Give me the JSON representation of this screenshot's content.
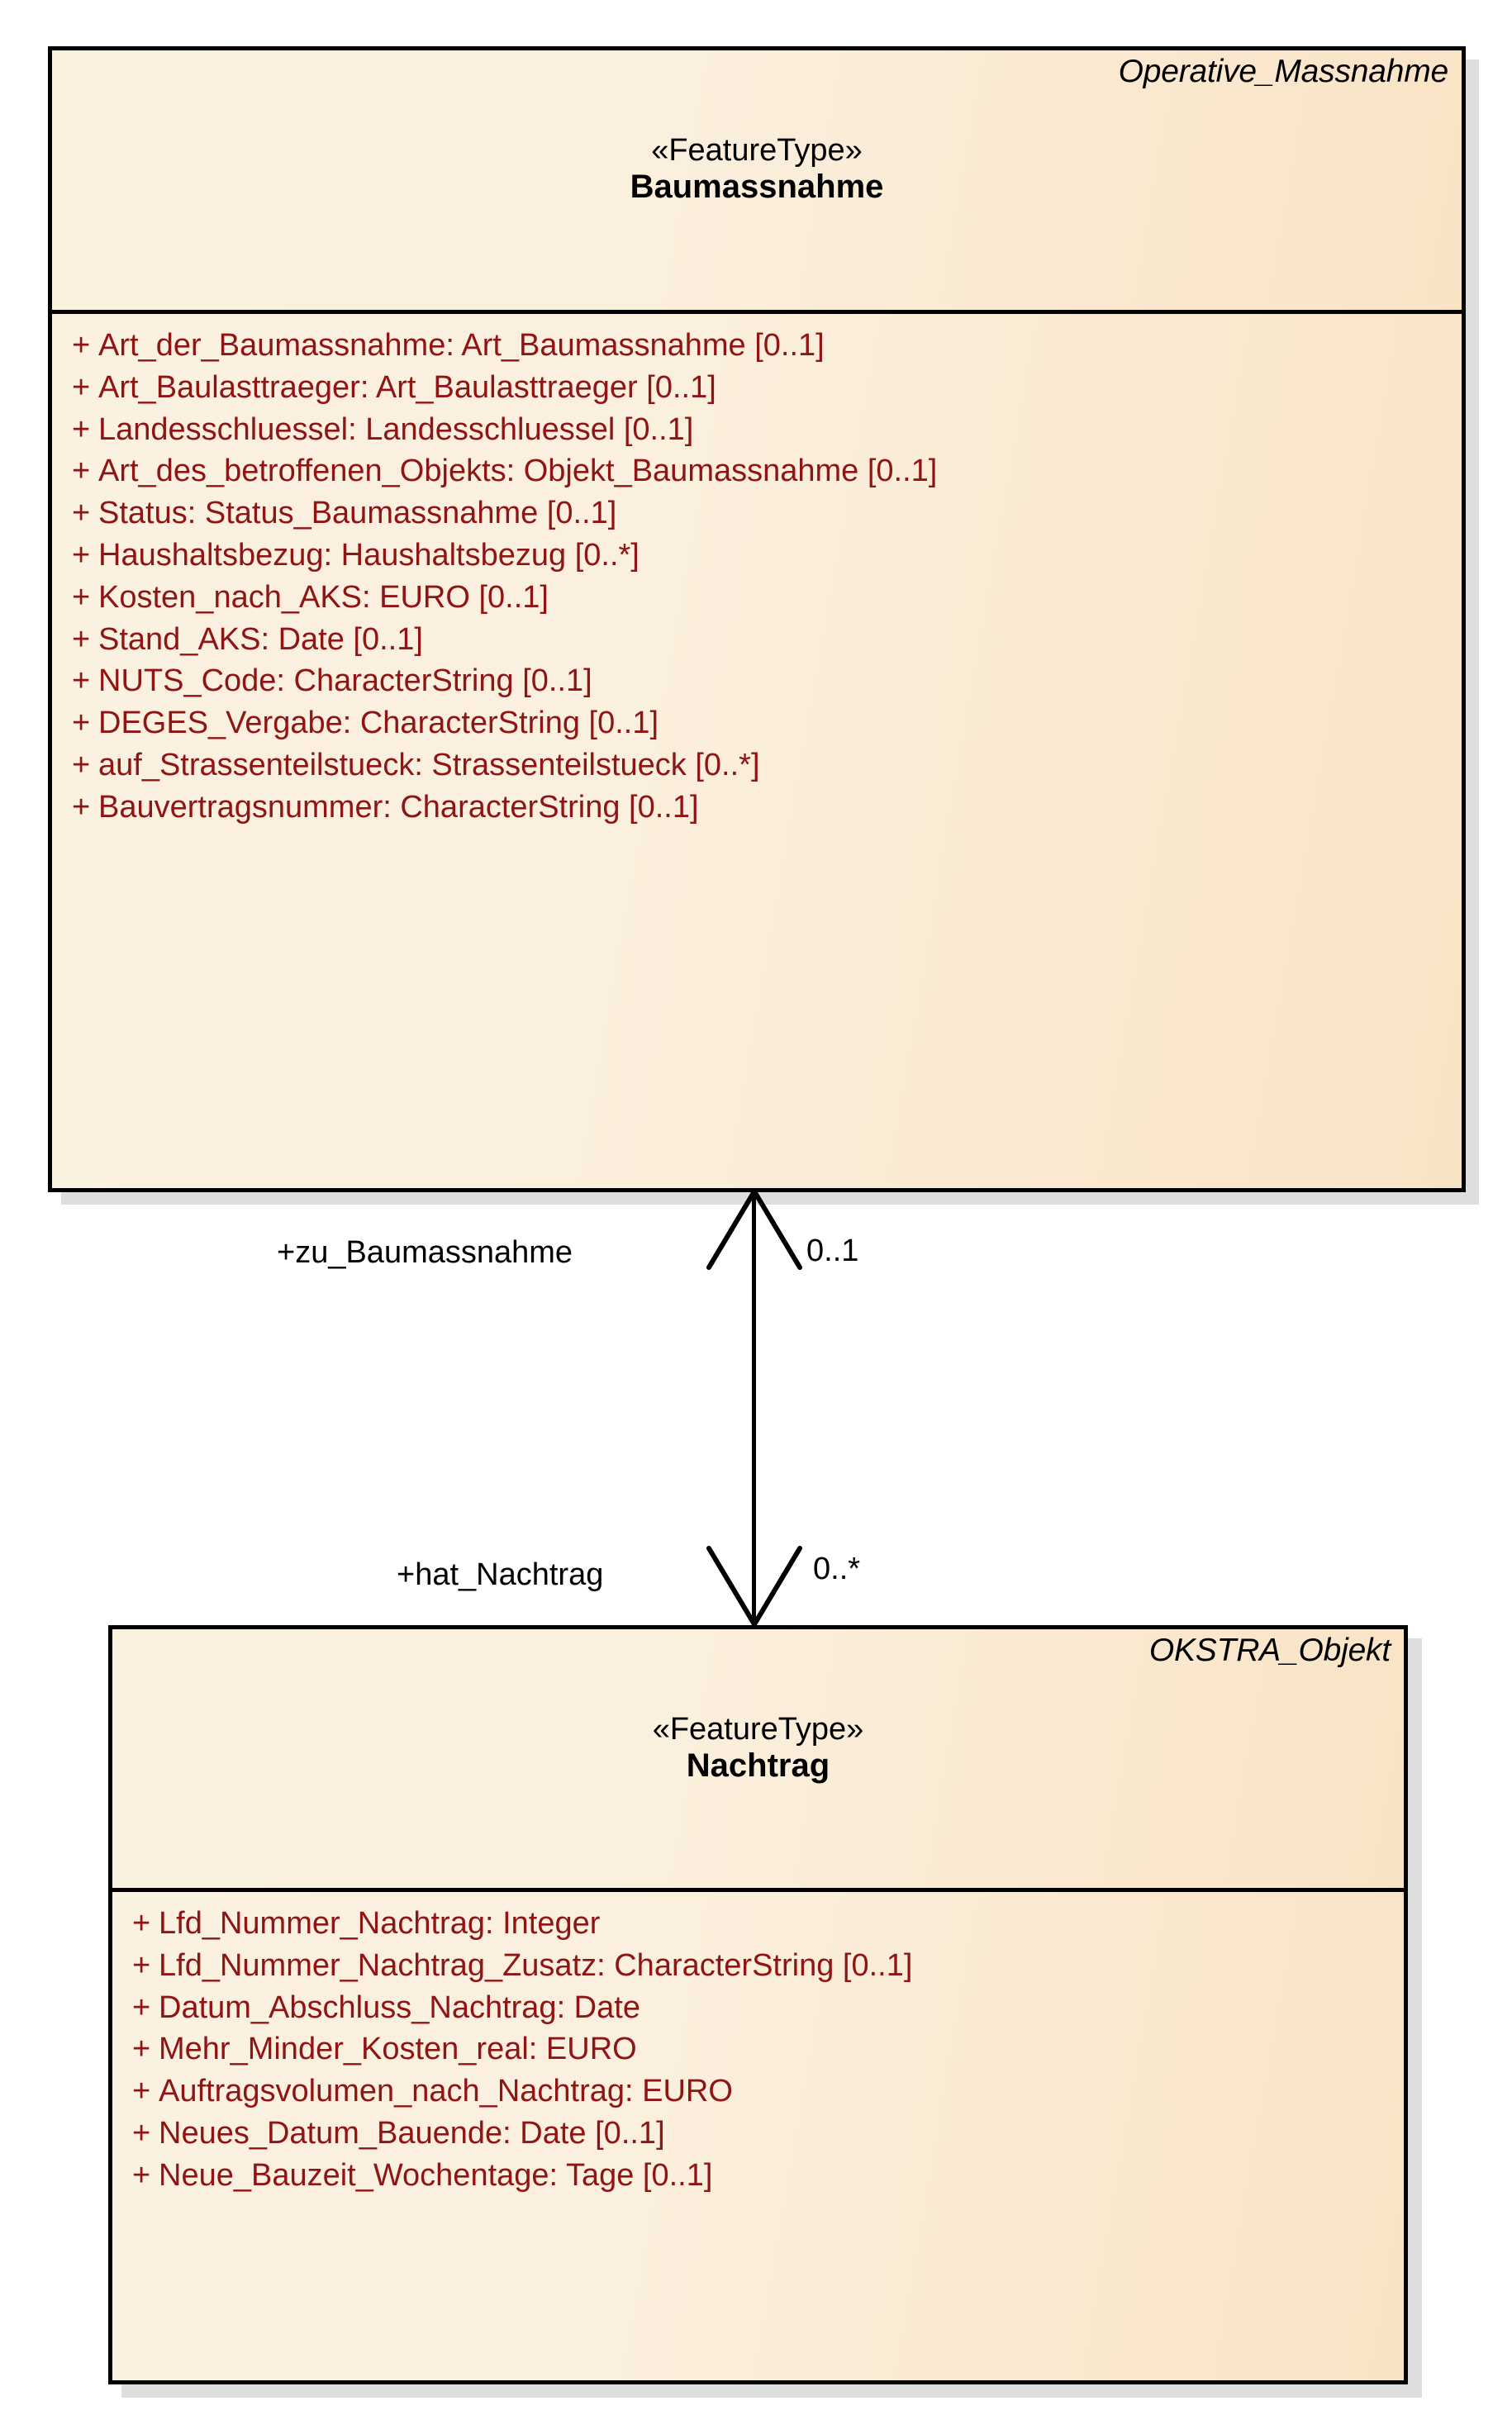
{
  "diagram": {
    "type": "uml-class-diagram",
    "background": "#ffffff",
    "box_fill_light": "#fbf1e1",
    "box_fill_dark": "#f9e3c5",
    "border_color": "#000000",
    "attribute_color": "#8f1414",
    "shadow_color": "#dedede"
  },
  "classes": [
    {
      "package": "Operative_Massnahme",
      "stereotype": "«FeatureType»",
      "name": "Baumassnahme",
      "attributes": [
        {
          "visibility": "+",
          "text": "Art_der_Baumassnahme: Art_Baumassnahme [0..1]"
        },
        {
          "visibility": "+",
          "text": "Art_Baulasttraeger: Art_Baulasttraeger [0..1]"
        },
        {
          "visibility": "+",
          "text": "Landesschluessel: Landesschluessel [0..1]"
        },
        {
          "visibility": "+",
          "text": "Art_des_betroffenen_Objekts: Objekt_Baumassnahme [0..1]"
        },
        {
          "visibility": "+",
          "text": "Status: Status_Baumassnahme [0..1]"
        },
        {
          "visibility": "+",
          "text": "Haushaltsbezug: Haushaltsbezug [0..*]"
        },
        {
          "visibility": "+",
          "text": "Kosten_nach_AKS: EURO [0..1]"
        },
        {
          "visibility": "+",
          "text": "Stand_AKS: Date [0..1]"
        },
        {
          "visibility": "+",
          "text": "NUTS_Code: CharacterString [0..1]"
        },
        {
          "visibility": "+",
          "text": "DEGES_Vergabe: CharacterString [0..1]"
        },
        {
          "visibility": "+",
          "text": "auf_Strassenteilstueck: Strassenteilstueck [0..*]"
        },
        {
          "visibility": "+",
          "text": "Bauvertragsnummer: CharacterString [0..1]"
        }
      ]
    },
    {
      "package": "OKSTRA_Objekt",
      "stereotype": "«FeatureType»",
      "name": "Nachtrag",
      "attributes": [
        {
          "visibility": "+",
          "text": "Lfd_Nummer_Nachtrag: Integer"
        },
        {
          "visibility": "+",
          "text": "Lfd_Nummer_Nachtrag_Zusatz: CharacterString [0..1]"
        },
        {
          "visibility": "+",
          "text": "Datum_Abschluss_Nachtrag: Date"
        },
        {
          "visibility": "+",
          "text": "Mehr_Minder_Kosten_real: EURO"
        },
        {
          "visibility": "+",
          "text": "Auftragsvolumen_nach_Nachtrag: EURO"
        },
        {
          "visibility": "+",
          "text": "Neues_Datum_Bauende: Date [0..1]"
        },
        {
          "visibility": "+",
          "text": "Neue_Bauzeit_Wochentage: Tage [0..1]"
        }
      ]
    }
  ],
  "association": {
    "source_role": "+zu_Baumassnahme",
    "source_multiplicity": "0..1",
    "target_role": "+hat_Nachtrag",
    "target_multiplicity": "0..*"
  }
}
